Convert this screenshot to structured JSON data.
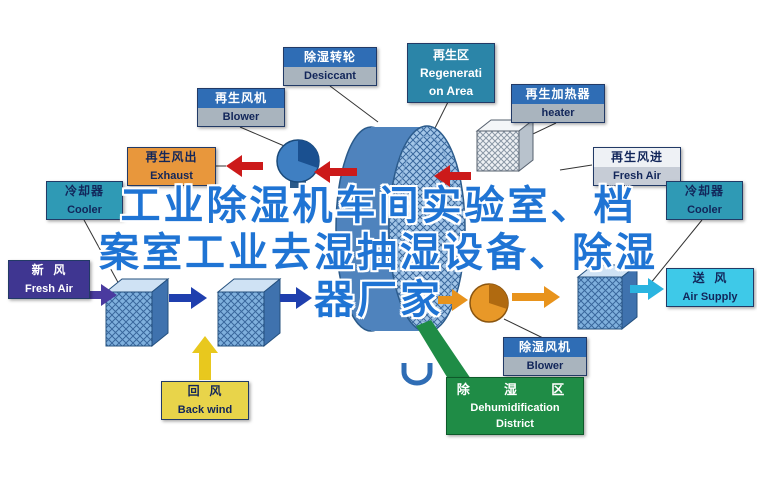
{
  "colors": {
    "blue-header": "#2f6db5",
    "gray-body": "#a9b4be",
    "teal-box": "#2f9ab5",
    "regen-area-box": "#2b85a8",
    "orange-box": "#e8973c",
    "indigo-box": "#3f3691",
    "yellow-box": "#e8d44a",
    "cyan-box": "#3ec9e8",
    "green-box": "#1f8c46",
    "light-top": "#eef1f5",
    "light-bottom": "#c6ccd6",
    "navy": "#12265a",
    "watermark": "#1f74d4"
  },
  "watermark": {
    "line1": "工业除湿机车间实验室、档",
    "line2": "案室工业去湿抽湿设备、除湿",
    "line3": "器厂家"
  },
  "labels": {
    "desiccant_wheel": {
      "zh": "除湿转轮",
      "en": "Desiccant"
    },
    "regeneration_area": {
      "l1": "再生区",
      "l2": "Regenerati",
      "l3": "on Area"
    },
    "regen_blower": {
      "zh": "再生风机",
      "en": "Blower"
    },
    "regen_heater": {
      "zh": "再生加热器",
      "en": "heater"
    },
    "regen_exhaust": {
      "zh": "再生风出",
      "en": "Exhaust"
    },
    "cooler_left": {
      "zh": "冷却器",
      "en": "Cooler"
    },
    "fresh_air": {
      "zh": "新  风",
      "en": "Fresh Air"
    },
    "back_wind": {
      "zh": "回  风",
      "en": "Back wind"
    },
    "regen_air_in": {
      "zh": "再生风进",
      "en": "Fresh Air"
    },
    "cooler_right": {
      "zh": "冷却器",
      "en": "Cooler"
    },
    "air_supply": {
      "zh": "送  风",
      "en": "Air Supply"
    },
    "dehumid_blower": {
      "zh": "除湿风机",
      "en": "Blower"
    },
    "dehumid_district": {
      "l1": "除  湿  区",
      "l2": "Dehumidification",
      "l3": "District"
    }
  }
}
